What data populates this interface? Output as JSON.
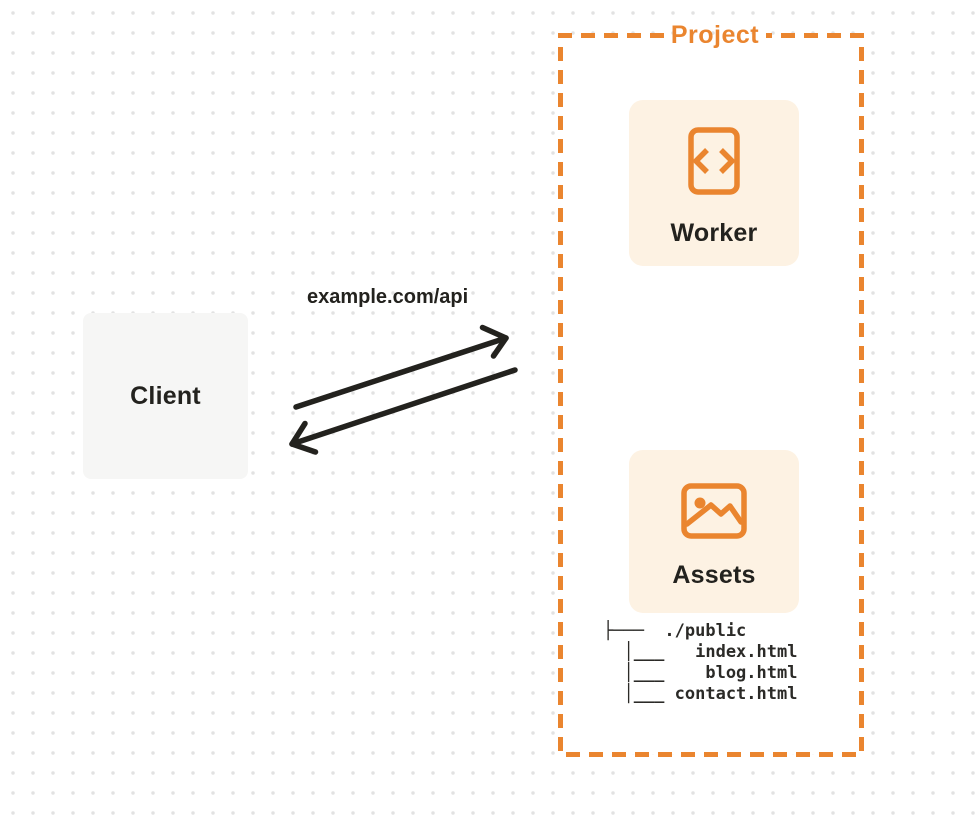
{
  "client": {
    "label": "Client"
  },
  "request": {
    "label": "example.com/api"
  },
  "project": {
    "label": "Project",
    "worker": {
      "label": "Worker",
      "icon": "code-file-icon"
    },
    "assets": {
      "label": "Assets",
      "icon": "image-icon",
      "file_tree": [
        "├───  ./public",
        "  │___   index.html",
        "  │___    blog.html",
        "  │___ contact.html"
      ]
    }
  },
  "arrows": [
    {
      "name": "request-arrow",
      "from": "Client",
      "to": "Project",
      "label": "example.com/api"
    },
    {
      "name": "response-arrow",
      "from": "Project",
      "to": "Client",
      "label": ""
    }
  ],
  "colors": {
    "accent_orange": "#EA852F",
    "card_background": "#FDF2E3",
    "client_background": "#F6F6F5",
    "arrow_dark": "#23221E",
    "dot_grid": "#E2E2E2"
  }
}
